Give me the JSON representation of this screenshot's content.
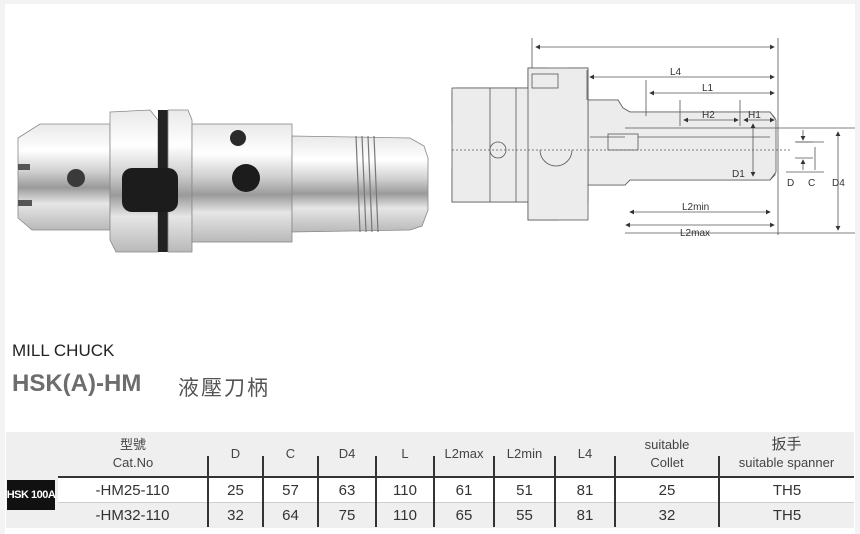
{
  "product": {
    "category": "MILL CHUCK",
    "model": "HSK(A)-HM",
    "model_cn": "液壓刀柄"
  },
  "drawing": {
    "labels": [
      "L4",
      "L1",
      "H2",
      "H1",
      "D1",
      "D",
      "C",
      "D4",
      "L2min",
      "L2max"
    ]
  },
  "table": {
    "series": "HSK 100A",
    "headers": [
      {
        "key": "cat",
        "line1": "型號",
        "line2": "Cat.No"
      },
      {
        "key": "D",
        "line1": "D",
        "line2": ""
      },
      {
        "key": "C",
        "line1": "C",
        "line2": ""
      },
      {
        "key": "D4",
        "line1": "D4",
        "line2": ""
      },
      {
        "key": "L",
        "line1": "L",
        "line2": ""
      },
      {
        "key": "L2max",
        "line1": "L2max",
        "line2": ""
      },
      {
        "key": "L2min",
        "line1": "L2min",
        "line2": ""
      },
      {
        "key": "L4",
        "line1": "L4",
        "line2": ""
      },
      {
        "key": "collet",
        "line1": "suitable",
        "line2": "Collet"
      },
      {
        "key": "spanner",
        "line1": "扳手",
        "line2": "suitable spanner"
      }
    ],
    "rows": [
      [
        "-HM25-110",
        "25",
        "57",
        "63",
        "110",
        "61",
        "51",
        "81",
        "25",
        "TH5"
      ],
      [
        "-HM32-110",
        "32",
        "64",
        "75",
        "110",
        "65",
        "55",
        "81",
        "32",
        "TH5"
      ]
    ]
  }
}
